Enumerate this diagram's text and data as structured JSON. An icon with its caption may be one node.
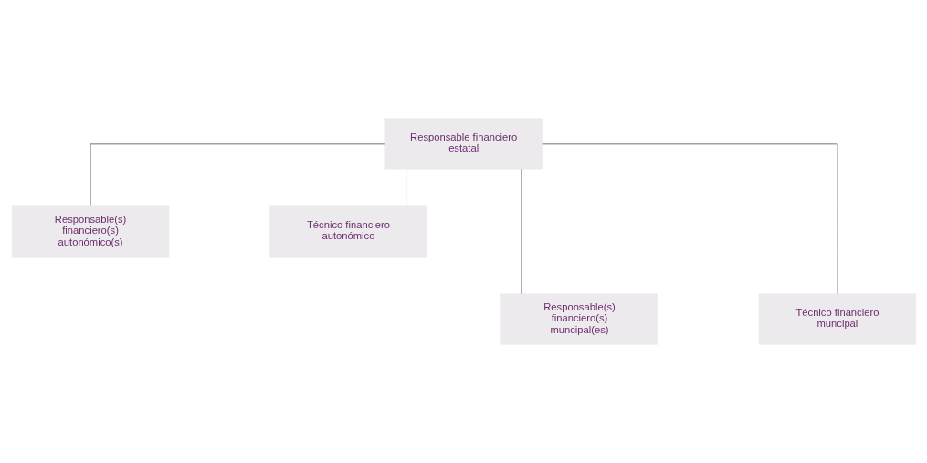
{
  "diagram": {
    "nodes": [
      {
        "text": [
          "Responsable financiero estatal"
        ]
      },
      {
        "text": [
          "Responsable(s) financiero(s) autonómico(s)"
        ]
      },
      {
        "text": [
          "Técnico financiero autonómico"
        ]
      },
      {
        "text": [
          "Responsable(s) financiero(s) muncipal(es)"
        ]
      },
      {
        "text": [
          "Técnico financiero muncipal"
        ]
      }
    ],
    "edges": [
      {
        "from": 0,
        "to": 1,
        "arrow": "none"
      },
      {
        "from": 0,
        "to": 2,
        "arrow": "none"
      },
      {
        "from": 0,
        "to": 3,
        "arrow": "none"
      },
      {
        "from": 0,
        "to": 4,
        "arrow": "none"
      }
    ]
  }
}
